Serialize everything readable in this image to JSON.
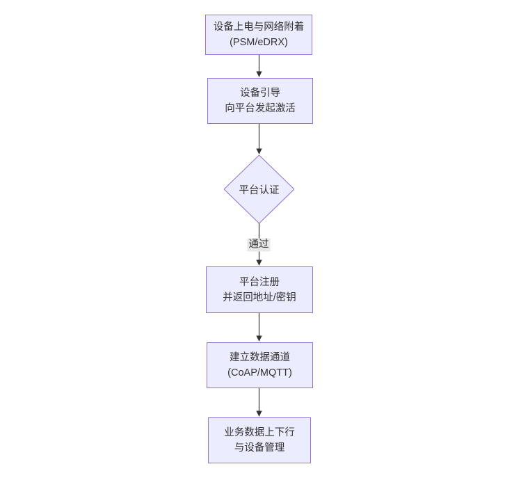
{
  "diagram": {
    "type": "flowchart",
    "direction": "top-down",
    "colors": {
      "background": "#ffffff",
      "node_fill": "#ECECFF",
      "node_border": "#9370DB",
      "edge_line": "#333333",
      "text": "#333333",
      "edge_label_bg": "#e8e8e8"
    },
    "nodes": [
      {
        "id": "power-attach",
        "shape": "rect",
        "lines": [
          "设备上电与网络附着",
          "(PSM/eDRX)"
        ]
      },
      {
        "id": "bootstrap",
        "shape": "rect",
        "lines": [
          "设备引导",
          "向平台发起激活"
        ]
      },
      {
        "id": "platform-auth",
        "shape": "diamond",
        "label": "平台认证"
      },
      {
        "id": "register",
        "shape": "rect",
        "lines": [
          "平台注册",
          "并返回地址/密钥"
        ]
      },
      {
        "id": "data-channel",
        "shape": "rect",
        "lines": [
          "建立数据通道",
          "(CoAP/MQTT)"
        ]
      },
      {
        "id": "business-data",
        "shape": "rect",
        "lines": [
          "业务数据上下行",
          "与设备管理"
        ]
      }
    ],
    "edges": [
      {
        "from": "power-attach",
        "to": "bootstrap",
        "label": ""
      },
      {
        "from": "bootstrap",
        "to": "platform-auth",
        "label": ""
      },
      {
        "from": "platform-auth",
        "to": "register",
        "label": "通过"
      },
      {
        "from": "register",
        "to": "data-channel",
        "label": ""
      },
      {
        "from": "data-channel",
        "to": "business-data",
        "label": ""
      }
    ],
    "edge_label": "通过"
  }
}
